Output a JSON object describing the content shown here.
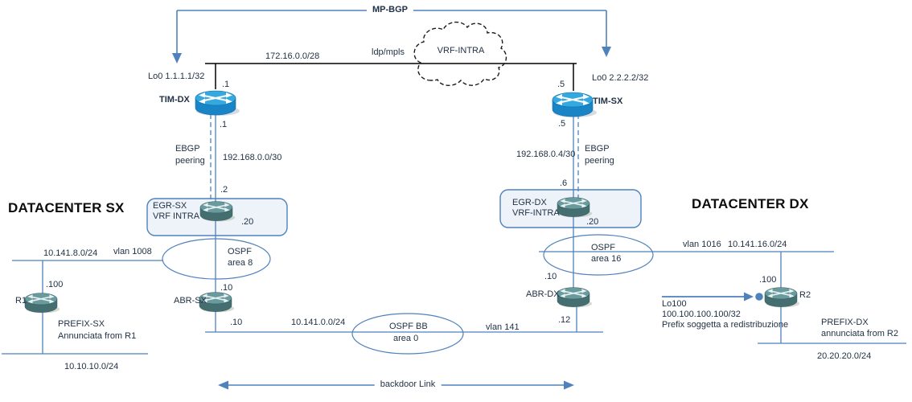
{
  "titles": {
    "datacenter_sx": "DATACENTER SX",
    "datacenter_dx": "DATACENTER DX"
  },
  "mp_bgp": {
    "label": "MP-BGP"
  },
  "core": {
    "net": "172.16.0.0/28",
    "transport": "ldp/mpls",
    "cloud": "VRF-INTRA"
  },
  "tim_dx": {
    "loopback": "Lo0 1.1.1.1/32",
    "name": "TIM-DX",
    "if_wan": ".1",
    "if_lan": ".1"
  },
  "tim_sx": {
    "loopback": "Lo0 2.2.2.2/32",
    "name": "TIM-SX",
    "if_wan": ".5",
    "if_lan": ".5"
  },
  "link_sx": {
    "ebgp1": "EBGP",
    "ebgp2": "peering",
    "net": "192.168.0.0/30",
    "if_egr": ".2"
  },
  "link_dx": {
    "net": "192.168.0.4/30",
    "ebgp1": "EBGP",
    "ebgp2": "peering",
    "if_egr": ".6"
  },
  "egr_sx": {
    "name": "EGR-SX",
    "vrf": "VRF INTRA",
    "if_down": ".20"
  },
  "egr_dx": {
    "name": "EGR-DX",
    "vrf": "VRF-INTRA",
    "if_down": ".20"
  },
  "ospf_area8": {
    "l1": "OSPF",
    "l2": "area 8"
  },
  "ospf_area16": {
    "l1": "OSPF",
    "l2": "area 16"
  },
  "ospf_area0": {
    "l1": "OSPF BB",
    "l2": "area 0"
  },
  "lan_sx": {
    "net": "10.141.8.0/24",
    "vlan": "vlan 1008",
    "r1_if": ".100"
  },
  "lan_dx": {
    "vlan": "vlan 1016",
    "net": "10.141.16.0/24",
    "r2_if": ".100"
  },
  "r1": {
    "name": "R1",
    "prefix1": "PREFIX-SX",
    "prefix2": "Annunciata from R1",
    "net": "10.10.10.0/24"
  },
  "r2": {
    "name": "R2",
    "prefix1": "PREFIX-DX",
    "prefix2": "annunciata from R2",
    "net": "20.20.20.0/24"
  },
  "abr_sx": {
    "name": "ABR-SX",
    "if_up": ".10",
    "if_down": ".10"
  },
  "abr_dx": {
    "name": "ABR-DX",
    "if_up": ".10",
    "if_down": ".12"
  },
  "backbone0": {
    "net": "10.141.0.0/24",
    "vlan": "vlan 141"
  },
  "backdoor": {
    "label": "backdoor Link"
  },
  "redistribution": {
    "l1": "Lo100",
    "l2": "100.100.100.100/32",
    "l3": "Prefix soggetta a redistribuzione"
  },
  "colors": {
    "link_blue": "#4f81bd",
    "backbone_black": "#000000",
    "router_core": "#2fa8e0",
    "router_edge": "#5e9396",
    "box_fill": "#eef3fa"
  }
}
